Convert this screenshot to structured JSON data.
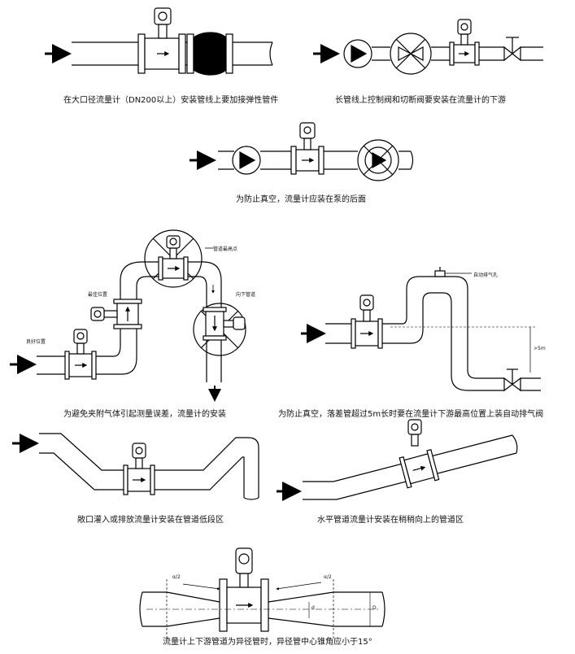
{
  "captions": {
    "c1": "在大口径流量计（DN200以上）安装管线上要加接弹性管件",
    "c2": "长管线上控制阀和切断阀要安装在流量计的下游",
    "c3": "为防止真空，流量计应装在泵的后面",
    "c4": "为避免夹附气体引起测量误差，流量计的安装",
    "c5": "为防止真空，落差管超过5m长时要在流量计下游最高位置上装自动排气阀",
    "c6": "敞口灌入或排放流量计安装在管道低段区",
    "c7": "水平管道流量计安装在稍稍向上的管道区",
    "c8": "流量计上下游管道为异径管时，异径管中心锥角应小于15°"
  },
  "labels": {
    "pipe_top": "管道最高点",
    "best_pos": "最佳位置",
    "good_pos": "良好位置",
    "down_pipe": "向下管道",
    "auto_vent": "自动排气孔",
    "drop": ">5m",
    "angle_a": "α/2",
    "angle_b": "α/2",
    "d_small": "d",
    "d_large": "D"
  }
}
